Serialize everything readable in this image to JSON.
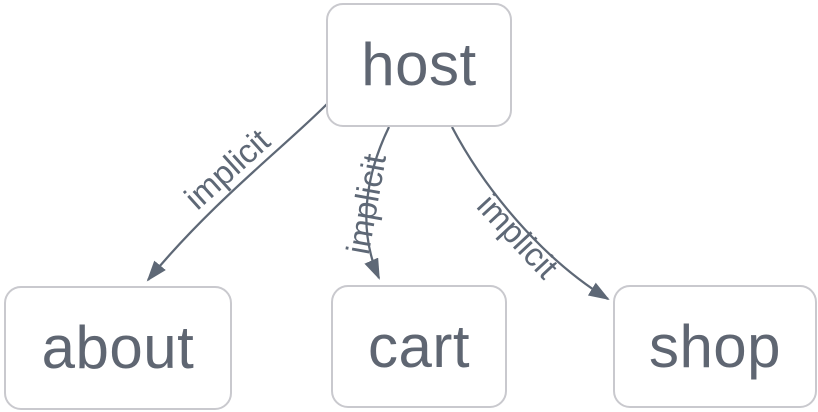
{
  "diagram": {
    "type": "dependency-graph",
    "background_color": "#ffffff",
    "node_fill_color": "#ffffff",
    "node_border_color": "#c9c9ce",
    "node_text_color": "#5f6672",
    "edge_color": "#5e6876"
  },
  "nodes": [
    {
      "id": "host",
      "label": "host"
    },
    {
      "id": "about",
      "label": "about"
    },
    {
      "id": "cart",
      "label": "cart"
    },
    {
      "id": "shop",
      "label": "shop"
    }
  ],
  "edges": [
    {
      "from": "host",
      "to": "about",
      "label": "implicit"
    },
    {
      "from": "host",
      "to": "cart",
      "label": "implicit"
    },
    {
      "from": "host",
      "to": "shop",
      "label": "implicit"
    }
  ]
}
